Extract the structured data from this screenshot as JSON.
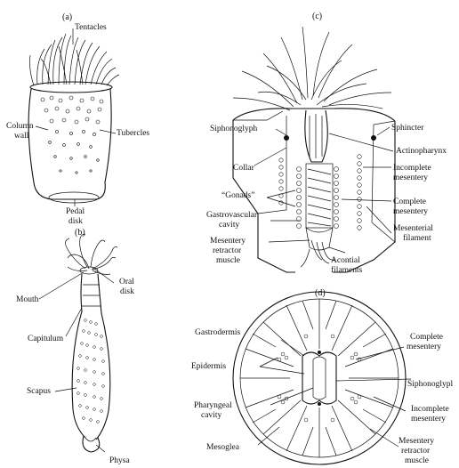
{
  "panels": {
    "a": {
      "tag": "(a)",
      "labels": {
        "tentacles": "Tentacles",
        "column_wall_1": "Column",
        "column_wall_2": "wall",
        "tubercles": "Tubercles",
        "pedal_disk_1": "Pedal",
        "pedal_disk_2": "disk"
      }
    },
    "b": {
      "tag": "(b)",
      "labels": {
        "oral_disk_1": "Oral",
        "oral_disk_2": "disk",
        "mouth": "Mouth",
        "capitulum": "Capitulum",
        "scapus": "Scapus",
        "physa": "Physa"
      }
    },
    "c": {
      "tag": "(c)",
      "labels": {
        "siphonoglyph": "Siphonoglyph",
        "sphincter": "Sphincter",
        "actinopharynx": "Actinopharynx",
        "collar": "Collar",
        "incomplete_mesentery_1": "Incomplete",
        "incomplete_mesentery_2": "mesentery",
        "gonads": "“Gonads”",
        "complete_mesentery_1": "Complete",
        "complete_mesentery_2": "mesentery",
        "gastrovascular_1": "Gastrovascular",
        "gastrovascular_2": "cavity",
        "mesenterial_filament_1": "Mesenterial",
        "mesenterial_filament_2": "filament",
        "retractor_1": "Mesentery",
        "retractor_2": "retractor",
        "retractor_3": "muscle",
        "acontial_1": "Acontial",
        "acontial_2": "filaments"
      }
    },
    "d": {
      "tag": "(d)",
      "labels": {
        "gastrodermis": "Gastrodermis",
        "complete_mesentery_1": "Complete",
        "complete_mesentery_2": "mesentery",
        "epidermis": "Epidermis",
        "siphonoglyph": "Siphonoglypl",
        "pharyngeal_1": "Pharyngeal",
        "pharyngeal_2": "cavity",
        "incomplete_mesentery_1": "Incomplete",
        "incomplete_mesentery_2": "mesentery",
        "mesoglea": "Mesoglea",
        "retractor_1": "Mesentery",
        "retractor_2": "retractor",
        "retractor_3": "muscle"
      }
    }
  }
}
